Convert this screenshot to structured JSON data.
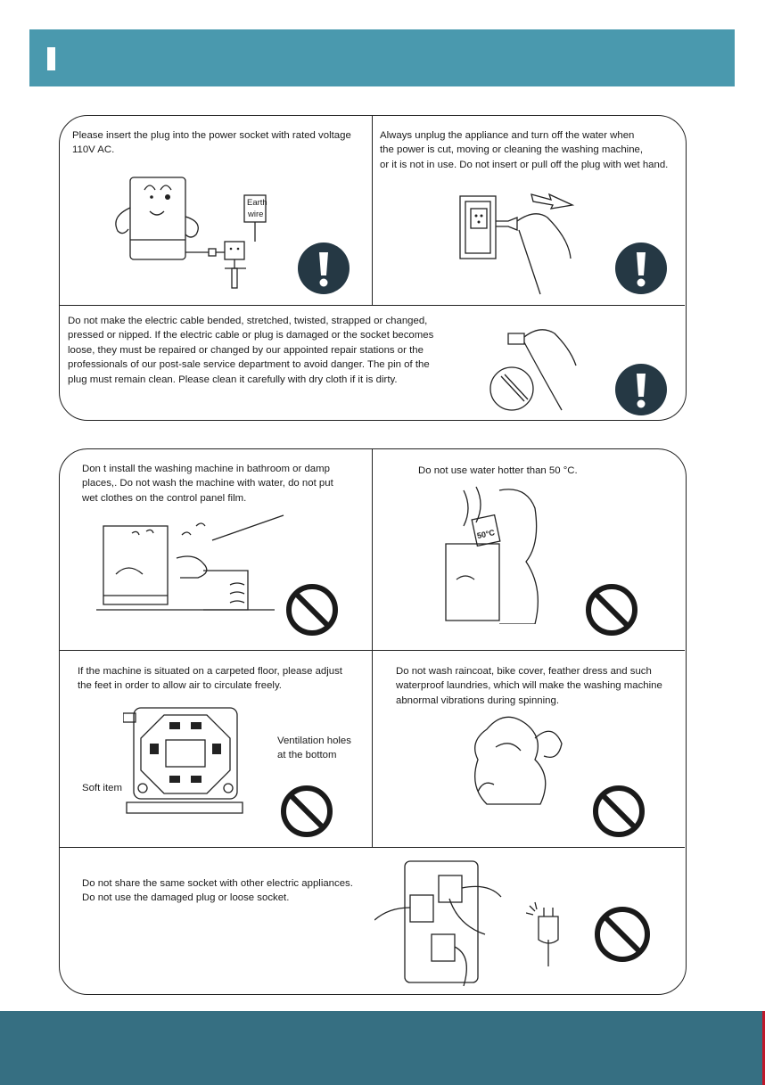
{
  "colors": {
    "header": "#4a99ae",
    "footer": "#366f82",
    "warning_icon": "#253844",
    "prohibit_icon": "#1a1a1a"
  },
  "section1": {
    "cell_plug_voltage": {
      "text": "Please insert the plug into the power socket with rated voltage\n110V AC.",
      "callout_line1": "Earth",
      "callout_line2": "wire",
      "icon": "warning-icon"
    },
    "cell_unplug": {
      "text": "Always unplug the appliance and turn off the water when\nthe power is cut, moving or cleaning the washing machine,\nor it is not in use. Do not insert or pull off the plug with wet hand.",
      "icon": "warning-icon"
    },
    "cell_cable": {
      "text": "Do not make the electric cable bended, stretched, twisted, strapped or changed,\npressed or nipped. If the electric cable or plug is damaged or the socket becomes\nloose, they must be repaired or changed by our appointed repair stations or the\nprofessionals of our post-sale service department to avoid danger. The pin of the\nplug must remain clean. Please clean it carefully with dry  cloth if it is dirty.",
      "icon": "warning-icon"
    }
  },
  "section2": {
    "cell_bathroom": {
      "text": "Don t install the washing machine in bathroom or damp\nplaces,. Do not wash the machine with water, do not put\nwet clothes on the control panel film.",
      "icon": "prohibit-icon"
    },
    "cell_hot_water": {
      "text": "Do not use water hotter than 50   °C.",
      "sign_text": "50°C",
      "icon": "prohibit-icon"
    },
    "cell_carpet": {
      "text": "If the machine is situated on a carpeted floor, please adjust\nthe feet in order to allow air to circulate freely.",
      "label_ventilation": "Ventilation holes\nat the bottom",
      "label_soft": "Soft item",
      "icon": "prohibit-icon"
    },
    "cell_raincoat": {
      "text": "Do not wash raincoat, bike cover, feather dress and such\nwaterproof laundries, which will make the washing machine\nabnormal vibrations during spinning.",
      "icon": "prohibit-icon"
    },
    "cell_socket": {
      "text": "Do not share the same socket with other electric appliances.\nDo not use the damaged plug or loose socket.",
      "icon": "prohibit-icon"
    }
  }
}
